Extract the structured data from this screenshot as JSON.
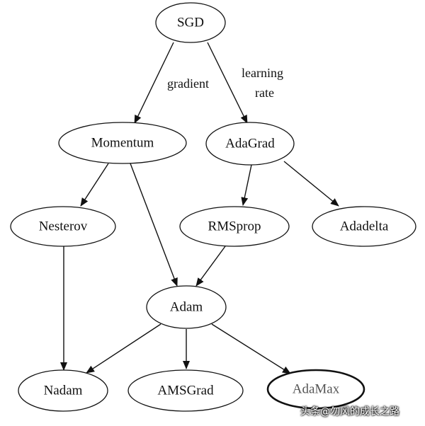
{
  "diagram": {
    "nodes": {
      "sgd": "SGD",
      "momentum": "Momentum",
      "adagrad": "AdaGrad",
      "nesterov": "Nesterov",
      "rmsprop": "RMSprop",
      "adadelta": "Adadelta",
      "adam": "Adam",
      "nadam": "Nadam",
      "amsgrad": "AMSGrad",
      "adamax": "AdaMax"
    },
    "edge_labels": {
      "gradient": "gradient",
      "learning_rate_line1": "learning",
      "learning_rate_line2": "rate"
    },
    "edges": [
      [
        "SGD",
        "Momentum"
      ],
      [
        "SGD",
        "AdaGrad"
      ],
      [
        "Momentum",
        "Nesterov"
      ],
      [
        "Momentum",
        "Adam"
      ],
      [
        "AdaGrad",
        "RMSprop"
      ],
      [
        "AdaGrad",
        "Adadelta"
      ],
      [
        "RMSprop",
        "Adam"
      ],
      [
        "Nesterov",
        "Nadam"
      ],
      [
        "Adam",
        "Nadam"
      ],
      [
        "Adam",
        "AMSGrad"
      ],
      [
        "Adam",
        "AdaMax"
      ]
    ],
    "highlighted_node": "AdaMax"
  },
  "watermark": {
    "text": "头条@勿风的成长之路"
  },
  "colors": {
    "stroke": "#111111",
    "muted_label": "#555555",
    "background": "#ffffff"
  }
}
